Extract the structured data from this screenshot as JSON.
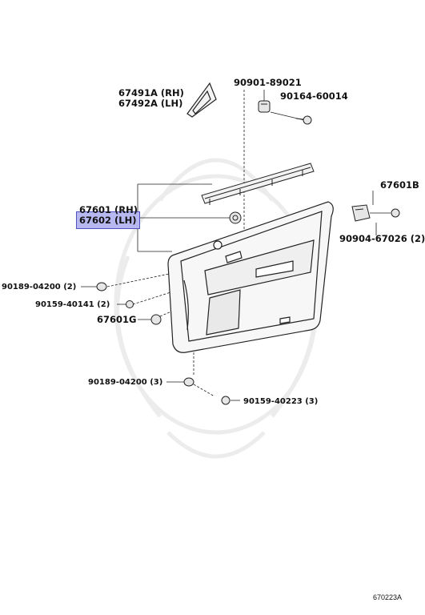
{
  "parts": {
    "p67491a": "67491A (RH)",
    "p67492a": "67492A (LH)",
    "p90901": "90901-89021",
    "p90164": "90164-60014",
    "p67601rh": "67601 (RH)",
    "p67602lh": "67602 (LH)",
    "p67601b": "67601B",
    "p90904": "90904-67026 (2)",
    "p90189a": "90189-04200 (2)",
    "p90159a": "90159-40141 (2)",
    "p67601g": "67601G",
    "p90189b": "90189-04200 (3)",
    "p90159b": "90159-40223 (3)"
  },
  "diagram_code": "670223A",
  "highlight_color": "#b8b8f0"
}
